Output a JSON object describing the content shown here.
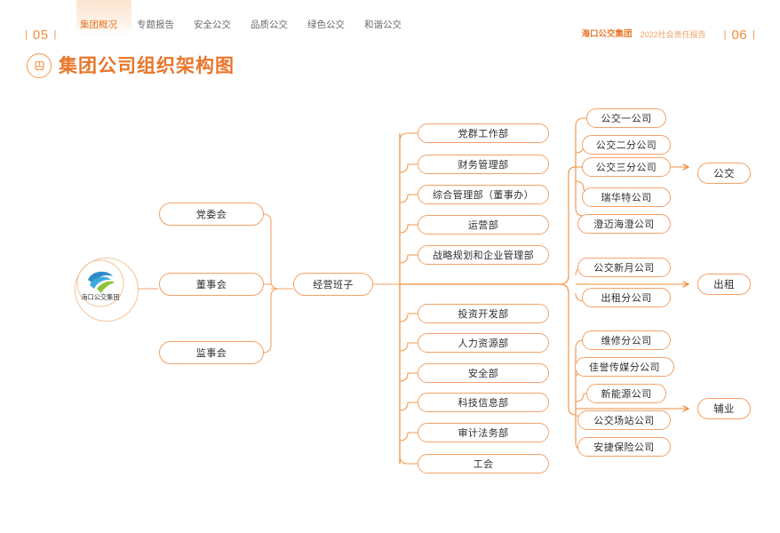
{
  "header": {
    "left_page_number": "05",
    "right_page_number": "06",
    "divider": "|",
    "brand": "海口公交集团",
    "report_name": "2022社会责任报告",
    "nav": [
      {
        "label": "集团概况",
        "active": true
      },
      {
        "label": "专题报告",
        "active": false
      },
      {
        "label": "安全公交",
        "active": false
      },
      {
        "label": "品质公交",
        "active": false
      },
      {
        "label": "绿色公交",
        "active": false
      },
      {
        "label": "和谐公交",
        "active": false
      }
    ]
  },
  "title": {
    "text": "集团公司组织架构图",
    "icon": "bus-icon"
  },
  "logo": {
    "text": "海口公交集团",
    "alt": "haikou-bus-group-logo"
  },
  "chart_data": {
    "type": "diagram",
    "title": "集团公司组织架构图",
    "root": "海口公交集团",
    "governance": [
      "党委会",
      "董事会",
      "监事会"
    ],
    "management": "经营班子",
    "departments": [
      "党群工作部",
      "财务管理部",
      "综合管理部（董事办）",
      "运营部",
      "战略规划和企业管理部",
      "投资开发部",
      "人力资源部",
      "安全部",
      "科技信息部",
      "审计法务部",
      "工会"
    ],
    "business_groups": [
      {
        "name": "公交",
        "units": [
          "公交一公司",
          "公交二分公司",
          "公交三分公司",
          "瑞华特公司",
          "澄迈海澄公司"
        ]
      },
      {
        "name": "出租",
        "units": [
          "公交新月公司",
          "出租分公司"
        ]
      },
      {
        "name": "辅业",
        "units": [
          "维修分公司",
          "佳誉传媒分公司",
          "新能源公司",
          "公交场站公司",
          "安捷保险公司"
        ]
      }
    ],
    "colors": {
      "accent": "#E8762B",
      "line": "#F2A268",
      "node_border": "#F2A268",
      "text": "#2f2f2f"
    }
  }
}
